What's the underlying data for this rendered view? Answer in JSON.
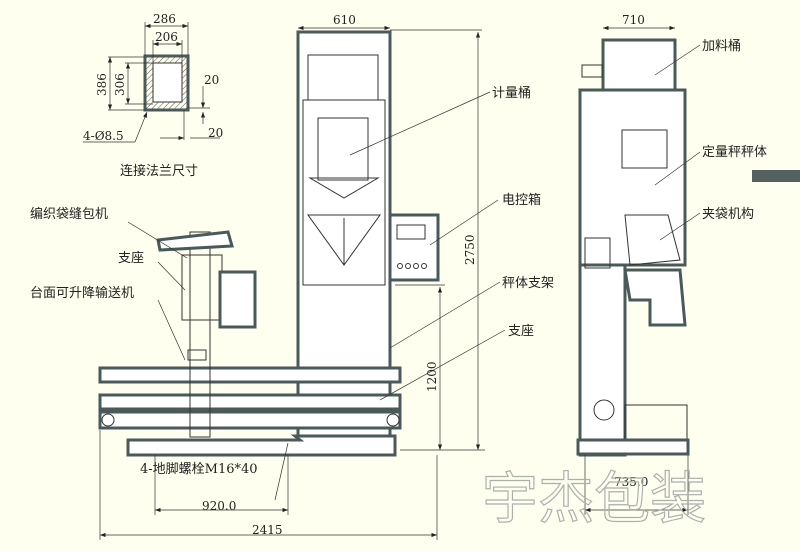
{
  "flange": {
    "title": "连接法兰尺寸",
    "dim_outer_width": "286",
    "dim_inner_width": "206",
    "dim_outer_height": "386",
    "dim_inner_height": "306",
    "dim_offset_v": "20",
    "dim_offset_h": "20",
    "holes": "4-Ø8.5"
  },
  "labels": {
    "sewing_machine": "编织袋缝包机",
    "support_left": "支座",
    "conveyor": "台面可升降输送机",
    "weigh_bucket": "计量桶",
    "control_box": "电控箱",
    "scale_frame": "秤体支架",
    "support_mid": "支座",
    "feed_bucket": "加料桶",
    "scale_body": "定量秤秤体",
    "bag_clamp": "夹袋机构",
    "anchor_bolts": "4-地脚螺栓M16*40"
  },
  "dimensions": {
    "tower_width": "610",
    "total_height": "2750",
    "table_height": "1200",
    "side_width": "710",
    "side_base": "735.0",
    "bolt_span": "920.0",
    "total_length": "2415"
  },
  "watermark": "宇杰包装"
}
